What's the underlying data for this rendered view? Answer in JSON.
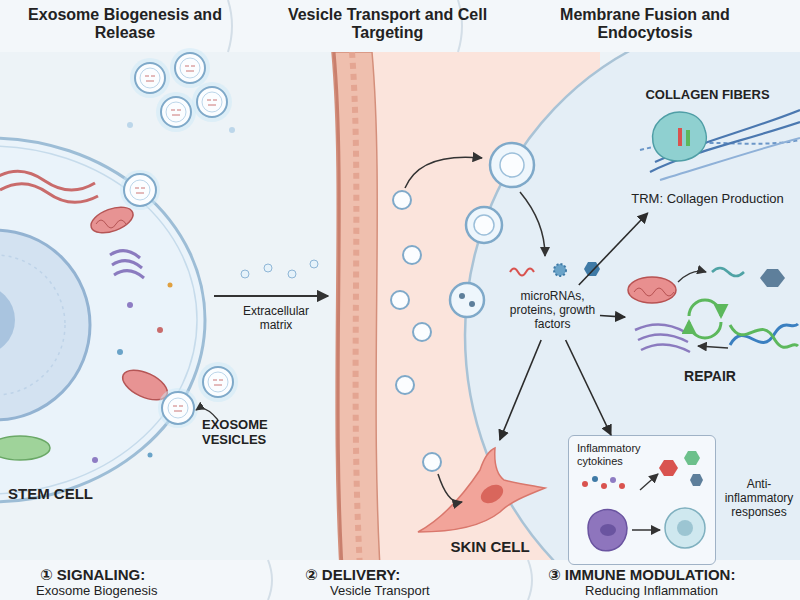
{
  "diagram": {
    "nodes": [
      {
        "text": [
          "STEM CELL"
        ]
      },
      {
        "text": [
          "microRNAs, proteins, growth factors"
        ]
      },
      {
        "text": [
          "COLLAGEN FIBERS",
          "TRM: Collagen Production"
        ]
      },
      {
        "text": [
          "REPAIR"
        ]
      },
      {
        "text": [
          "SKIN CELL"
        ]
      },
      {
        "text": [
          "Inflammatory cytokines"
        ]
      }
    ],
    "edges": [
      {
        "from": 1,
        "to": 2,
        "arrow": "to"
      },
      {
        "from": 1,
        "to": 3,
        "arrow": "to"
      },
      {
        "from": 1,
        "to": 4,
        "arrow": "to"
      },
      {
        "from": 1,
        "to": 5,
        "arrow": "to"
      }
    ],
    "labels": [
      "Exosome Biogenesis and Release",
      "Vesicle Transport and Cell Targeting",
      "Membrane Fusion and Endocytosis",
      "EXOSOME VESICLES",
      "Extracellular matrix",
      "Anti-inflammatory responses",
      "① SIGNALING:",
      "Exosome Biogenesis",
      "② DELIVERY:",
      "Vesicle Transport",
      "③ IMMUNE MODULATION:",
      "Reducing Inflammation"
    ]
  }
}
